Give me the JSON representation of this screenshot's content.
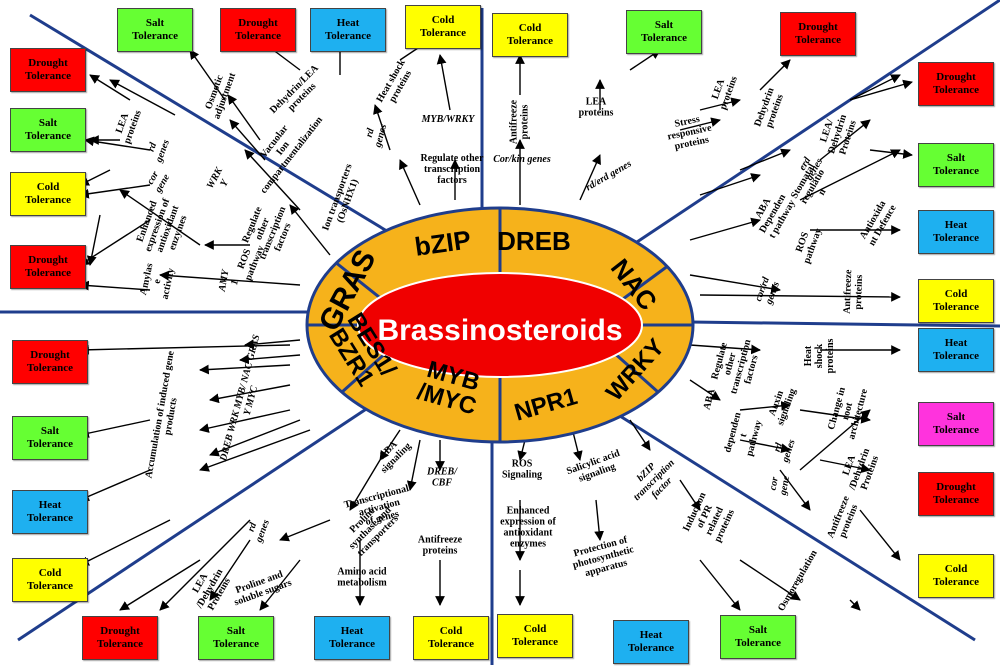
{
  "center": {
    "label": "Brassinosteroids"
  },
  "colors": {
    "Drought": "#ff0000",
    "Salt": "#66ff33",
    "Heat": "#1eb0f0",
    "Cold": "#ffff00",
    "SaltPink": "#ff33dd",
    "divider": "#1f3d8c",
    "ring": "#f6b21b",
    "ellipse": "#f00000"
  },
  "families": {
    "gras": "GRAS",
    "bzip": "bZIP",
    "dreb": "DREB",
    "nac": "NAC",
    "wrky": "WRKY",
    "npr1": "NPR1",
    "myb": "MYB\n/MYC",
    "bes1": "BES1/\nBZR1"
  },
  "boxes": [
    {
      "text": "Salt\nTolerance",
      "type": "Salt"
    },
    {
      "text": "Drought\nTolerance",
      "type": "Drought"
    },
    {
      "text": "Heat\nTolerance",
      "type": "Heat"
    },
    {
      "text": "Cold\nTolerance",
      "type": "Cold"
    },
    {
      "text": "Cold\nTolerance",
      "type": "Cold"
    },
    {
      "text": "Salt\nTolerance",
      "type": "Salt"
    },
    {
      "text": "Drought\nTolerance",
      "type": "Drought"
    },
    {
      "text": "Drought\nTolerance",
      "type": "Drought"
    },
    {
      "text": "Salt\nTolerance",
      "type": "Salt"
    },
    {
      "text": "Cold\nTolerance",
      "type": "Cold"
    },
    {
      "text": "Drought\nTolerance",
      "type": "Drought"
    },
    {
      "text": "Drought\nTolerance",
      "type": "Drought"
    },
    {
      "text": "Salt\nTolerance",
      "type": "Salt"
    },
    {
      "text": "Heat\nTolerance",
      "type": "Heat"
    },
    {
      "text": "Cold\nTolerance",
      "type": "Cold"
    },
    {
      "text": "Drought\nTolerance",
      "type": "Drought"
    },
    {
      "text": "Salt\nTolerance",
      "type": "Salt"
    },
    {
      "text": "Heat\nTolerance",
      "type": "Heat"
    },
    {
      "text": "Cold\nTolerance",
      "type": "Cold"
    },
    {
      "text": "Heat\nTolerance",
      "type": "Heat"
    },
    {
      "text": "Salt\nTolerance",
      "type": "SaltPink"
    },
    {
      "text": "Drought\nTolerance",
      "type": "Drought"
    },
    {
      "text": "Cold\nTolerance",
      "type": "Cold"
    },
    {
      "text": "Drought\nTolerance",
      "type": "Drought"
    },
    {
      "text": "Salt\nTolerance",
      "type": "Salt"
    },
    {
      "text": "Heat\nTolerance",
      "type": "Heat"
    },
    {
      "text": "Cold\nTolerance",
      "type": "Cold"
    },
    {
      "text": "Cold\nTolerance",
      "type": "Cold"
    },
    {
      "text": "Heat\nTolerance",
      "type": "Heat"
    },
    {
      "text": "Salt\nTolerance",
      "type": "Salt"
    }
  ],
  "mechanisms": [
    {
      "text": "Osmotic\nadjustment",
      "italic": false
    },
    {
      "text": "Dehydrin/LEA\nproteins",
      "italic": false
    },
    {
      "text": "Heat shock\nproteins",
      "italic": false
    },
    {
      "text": "MYB/WRKY",
      "italic": true
    },
    {
      "text": "Vacuolar\nIon\ncompartmentalization",
      "italic": false
    },
    {
      "text": "rd\ngenes",
      "italic": true
    },
    {
      "text": "Ion transporters\n(OsNHX1)",
      "italic": false
    },
    {
      "text": "Regulate other\ntranscription\nfactors",
      "italic": false
    },
    {
      "text": "LEA\nproteins",
      "italic": false
    },
    {
      "text": "rd\ngenes",
      "italic": true
    },
    {
      "text": "cor\ngene",
      "italic": true
    },
    {
      "text": "WRK\nY",
      "italic": true
    },
    {
      "text": "Enhanced\nexpression of\nantioxidant\nenzymes",
      "italic": false
    },
    {
      "text": "Regulate\nother\ntranscription\nfactors",
      "italic": false
    },
    {
      "text": "ROS\npathway",
      "italic": false
    },
    {
      "text": "Amylas\ne\nactivity",
      "italic": false
    },
    {
      "text": "AMY\n1",
      "italic": true
    },
    {
      "text": "Antifreeze\nproteins",
      "italic": false
    },
    {
      "text": "LEA\nproteins",
      "italic": false
    },
    {
      "text": "Cor/kin genes",
      "italic": true
    },
    {
      "text": "rd/erd genes",
      "italic": true
    },
    {
      "text": "Stress\nresponsive\nproteins",
      "italic": false
    },
    {
      "text": "LEA\nproteins",
      "italic": false
    },
    {
      "text": "Dehydrin\nproteins",
      "italic": false
    },
    {
      "text": "LEA/\nDehydrin\nProteins",
      "italic": false
    },
    {
      "text": "erd\ngenes",
      "italic": true
    },
    {
      "text": "ABA\nDependen\nt pathway",
      "italic": false
    },
    {
      "text": "Stomatal\nregulatio\nn",
      "italic": false
    },
    {
      "text": "Antioxida\nnt Defence",
      "italic": false
    },
    {
      "text": "ROS\npathway",
      "italic": false
    },
    {
      "text": "cor/rd\ngenes",
      "italic": true
    },
    {
      "text": "Antifreeze\nproteins",
      "italic": false
    },
    {
      "text": "Regulate\nother\ntranscription\nfactors",
      "italic": false
    },
    {
      "text": "Heat\nshock\nproteins",
      "italic": false
    },
    {
      "text": "ABA",
      "italic": false
    },
    {
      "text": "dependen\nt\npathway",
      "italic": false
    },
    {
      "text": "Auxin\nsignaling",
      "italic": false
    },
    {
      "text": "Change in\nroot\narchitecture",
      "italic": false
    },
    {
      "text": "rd\ngenes",
      "italic": true
    },
    {
      "text": "LEA\n/Dehydrin\nProteins",
      "italic": false
    },
    {
      "text": "cor\ngene",
      "italic": true
    },
    {
      "text": "Antifreeze\nproteins",
      "italic": false
    },
    {
      "text": "ROS\nSignaling",
      "italic": false
    },
    {
      "text": "Enhanced\nexpression of\nantioxidant\nenzymes",
      "italic": false
    },
    {
      "text": "Salicylic acid\nsignaling",
      "italic": false
    },
    {
      "text": "Protection of\nphotosynthetic\napparatus",
      "italic": false
    },
    {
      "text": "bZIP\ntranscription\nfactor",
      "italic": true
    },
    {
      "text": "Induction\nof PR\nrelated\nproteins",
      "italic": false
    },
    {
      "text": "Osmoregulation",
      "italic": false
    },
    {
      "text": "ABA\nsignaling",
      "italic": false
    },
    {
      "text": "Proline\nsynthase and\ntransporters",
      "italic": false
    },
    {
      "text": "rd\ngenes",
      "italic": true
    },
    {
      "text": "Proline and\nsoluble sugars",
      "italic": false
    },
    {
      "text": "LEA\n/Dehydrin\nProteins",
      "italic": false
    },
    {
      "text": "Transcriptional\nactivation\nof genes",
      "italic": false
    },
    {
      "text": "Amino acid\nmetabolism",
      "italic": false
    },
    {
      "text": "DREB/\nCBF",
      "italic": true
    },
    {
      "text": "Antifreeze\nproteins",
      "italic": false
    },
    {
      "text": "DREB WRK MYB/ NAC GRAS\nY          MYC",
      "italic": true
    },
    {
      "text": "Accumulation of induced gene\nproducts",
      "italic": false
    }
  ]
}
